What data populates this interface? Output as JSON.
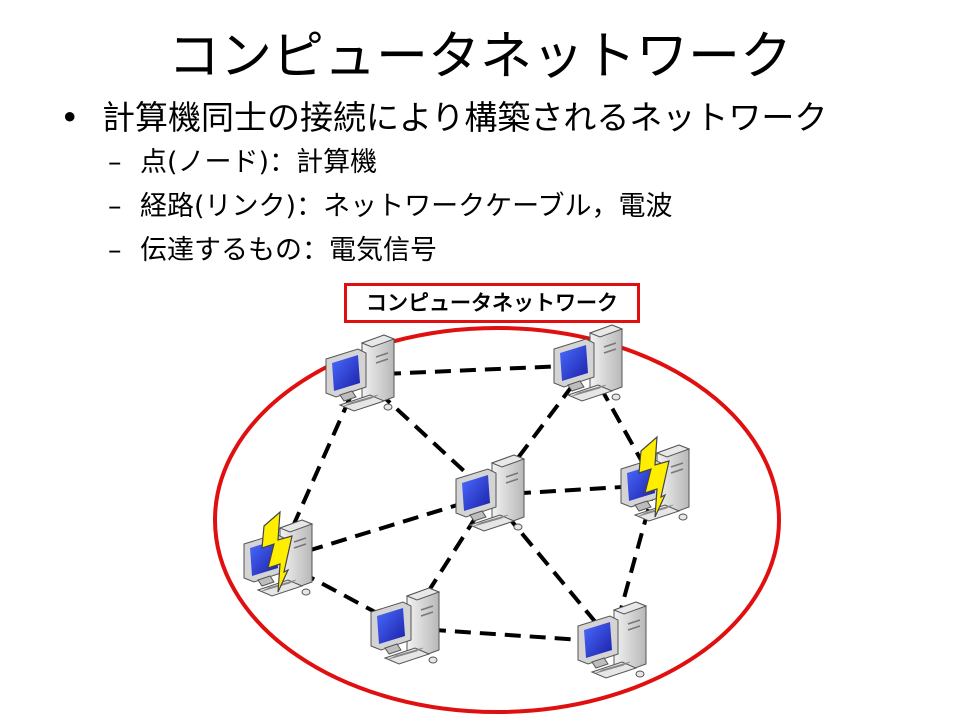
{
  "slide": {
    "title": "コンピュータネットワーク",
    "bullets": [
      {
        "level": 1,
        "mark": "•",
        "text": "計算機同士の接続により構築されるネットワーク"
      },
      {
        "level": 2,
        "mark": "–",
        "text": "点(ノード)：計算機"
      },
      {
        "level": 2,
        "mark": "–",
        "text": "経路(リンク)：ネットワークケーブル，電波"
      },
      {
        "level": 2,
        "mark": "–",
        "text": "伝達するもの：電気信号"
      }
    ]
  },
  "diagram": {
    "label": "コンピュータネットワーク",
    "boundary_color": "#e01010",
    "link_color": "#000000",
    "wireless_color": "#ffee00",
    "nodes": [
      {
        "id": "n1",
        "icon": "computer-icon",
        "wireless": false
      },
      {
        "id": "n2",
        "icon": "computer-icon",
        "wireless": false
      },
      {
        "id": "n3",
        "icon": "computer-icon",
        "wireless": false
      },
      {
        "id": "n4",
        "icon": "computer-icon",
        "wireless": true
      },
      {
        "id": "n5",
        "icon": "computer-icon",
        "wireless": true
      },
      {
        "id": "n6",
        "icon": "computer-icon",
        "wireless": false
      },
      {
        "id": "n7",
        "icon": "computer-icon",
        "wireless": false
      }
    ],
    "links": [
      [
        "n1",
        "n2"
      ],
      [
        "n1",
        "n3"
      ],
      [
        "n1",
        "n5"
      ],
      [
        "n2",
        "n3"
      ],
      [
        "n2",
        "n4"
      ],
      [
        "n3",
        "n4"
      ],
      [
        "n3",
        "n5"
      ],
      [
        "n3",
        "n6"
      ],
      [
        "n3",
        "n7"
      ],
      [
        "n4",
        "n7"
      ],
      [
        "n5",
        "n6"
      ],
      [
        "n6",
        "n7"
      ]
    ]
  }
}
